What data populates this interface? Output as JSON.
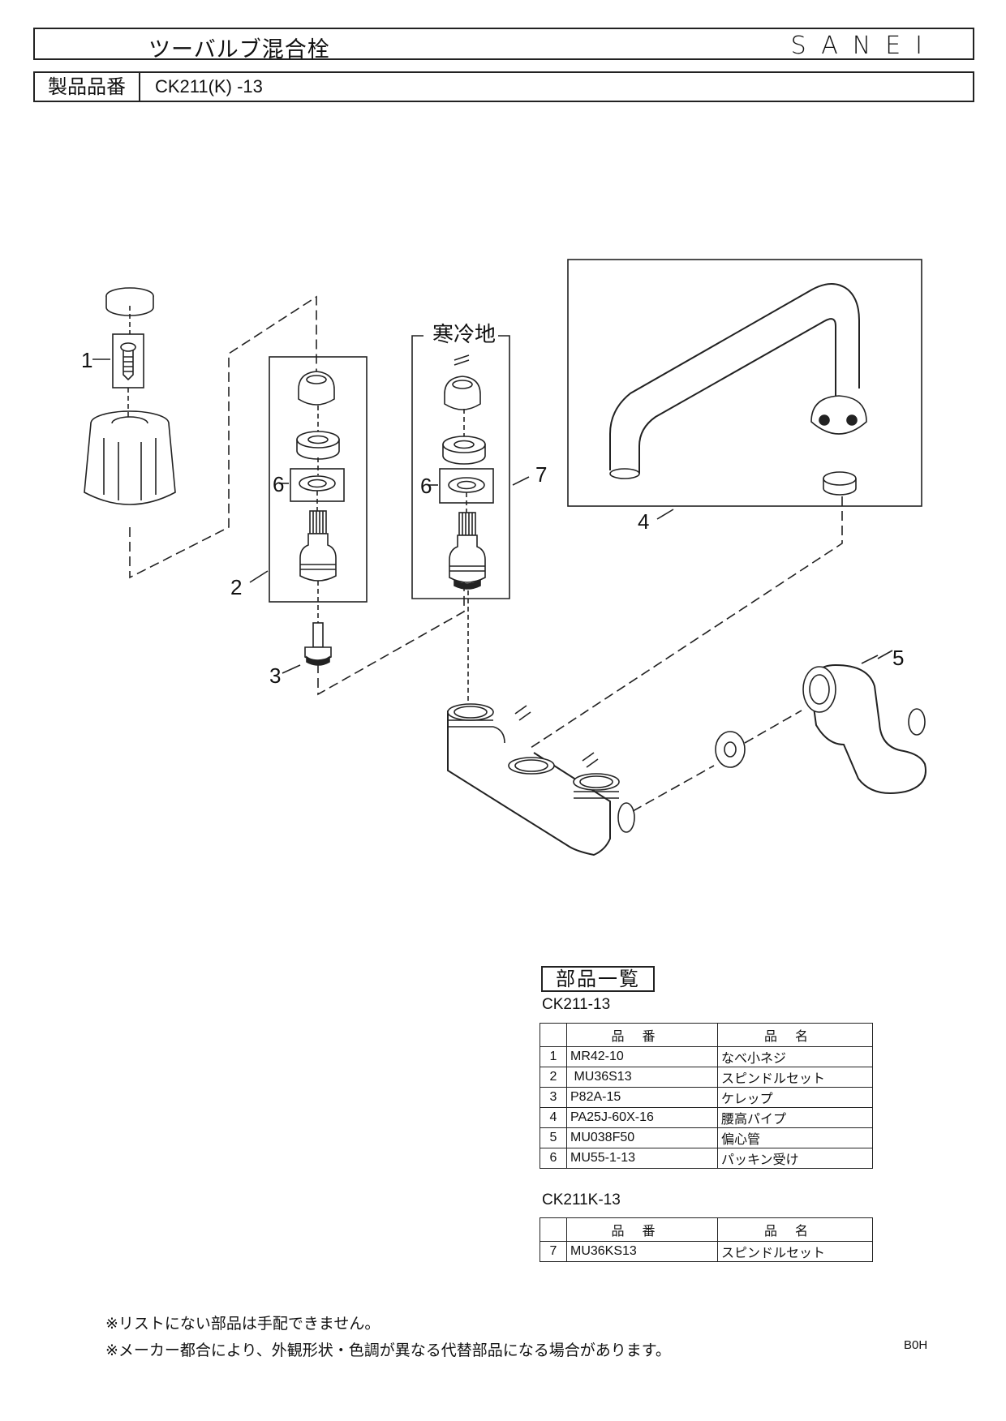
{
  "header": {
    "title": "ツーバルブ混合栓",
    "brand": "SANEI",
    "product_no_label": "製品品番",
    "product_no": "CK211(K) -13"
  },
  "diagram": {
    "cold_region_label": "寒冷地",
    "callouts": [
      "1",
      "2",
      "3",
      "4",
      "5",
      "6",
      "6",
      "7"
    ]
  },
  "parts_list": {
    "title": "部品一覧",
    "groups": [
      {
        "model": "CK211-13",
        "headers": [
          "品番",
          "品名"
        ],
        "rows": [
          {
            "no": "1",
            "code": "MR42-10",
            "name": "なべ小ネジ"
          },
          {
            "no": "2",
            "code": " MU36S13",
            "name": "スピンドルセット"
          },
          {
            "no": "3",
            "code": "P82A-15",
            "name": "ケレップ"
          },
          {
            "no": "4",
            "code": "PA25J-60X-16",
            "name": "腰高パイプ"
          },
          {
            "no": "5",
            "code": "MU038F50",
            "name": "偏心管"
          },
          {
            "no": "6",
            "code": "MU55-1-13",
            "name": "パッキン受け"
          }
        ]
      },
      {
        "model": "CK211K-13",
        "headers": [
          "品番",
          "品名"
        ],
        "rows": [
          {
            "no": "7",
            "code": "MU36KS13",
            "name": "スピンドルセット"
          }
        ]
      }
    ]
  },
  "notes": [
    "※リストにない部品は手配できません。",
    "※メーカー都合により、外観形状・色調が異なる代替部品になる場合があります。"
  ],
  "doc_code": "B0H"
}
